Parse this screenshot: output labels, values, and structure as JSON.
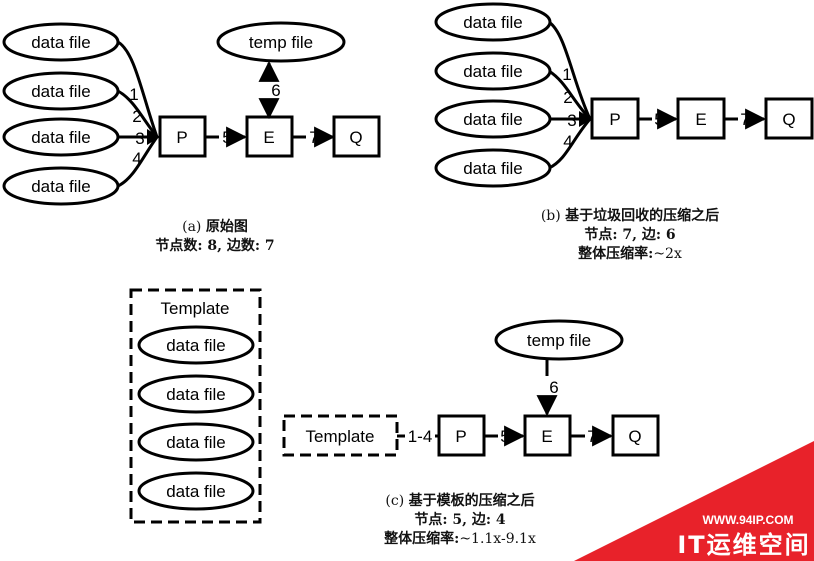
{
  "diagram_a": {
    "data_file_label": "data file",
    "temp_file_label": "temp file",
    "node_p": "P",
    "node_e": "E",
    "node_q": "Q",
    "edge_labels": [
      "1",
      "2",
      "3",
      "4",
      "5",
      "6",
      "7"
    ],
    "caption_tag": "(a)",
    "caption_title": "原始图",
    "caption_stats": "节点数: 8, 边数: 7"
  },
  "diagram_b": {
    "data_file_label": "data file",
    "node_p": "P",
    "node_e": "E",
    "node_q": "Q",
    "edge_labels": [
      "1",
      "2",
      "3",
      "4",
      "5",
      "7"
    ],
    "caption_tag": "(b)",
    "caption_title": "基于垃圾回收的压缩之后",
    "caption_stats": "节点: 7, 边: 6",
    "caption_ratio_label": "整体压缩率:",
    "caption_ratio_value": "~2x"
  },
  "diagram_c": {
    "template_title": "Template",
    "data_file_label": "data file",
    "template_node_label": "Template",
    "temp_file_label": "temp file",
    "node_p": "P",
    "node_e": "E",
    "node_q": "Q",
    "edge_labels": [
      "1-4",
      "5",
      "6",
      "7"
    ],
    "caption_tag": "(c)",
    "caption_title": "基于模板的压缩之后",
    "caption_stats": "节点: 5, 边: 4",
    "caption_ratio_label": "整体压缩率:",
    "caption_ratio_value": "~1.1x-9.1x"
  },
  "watermark": {
    "url": "WWW.94IP.COM",
    "name": "IT运维空间",
    "color": "#e8222a"
  }
}
